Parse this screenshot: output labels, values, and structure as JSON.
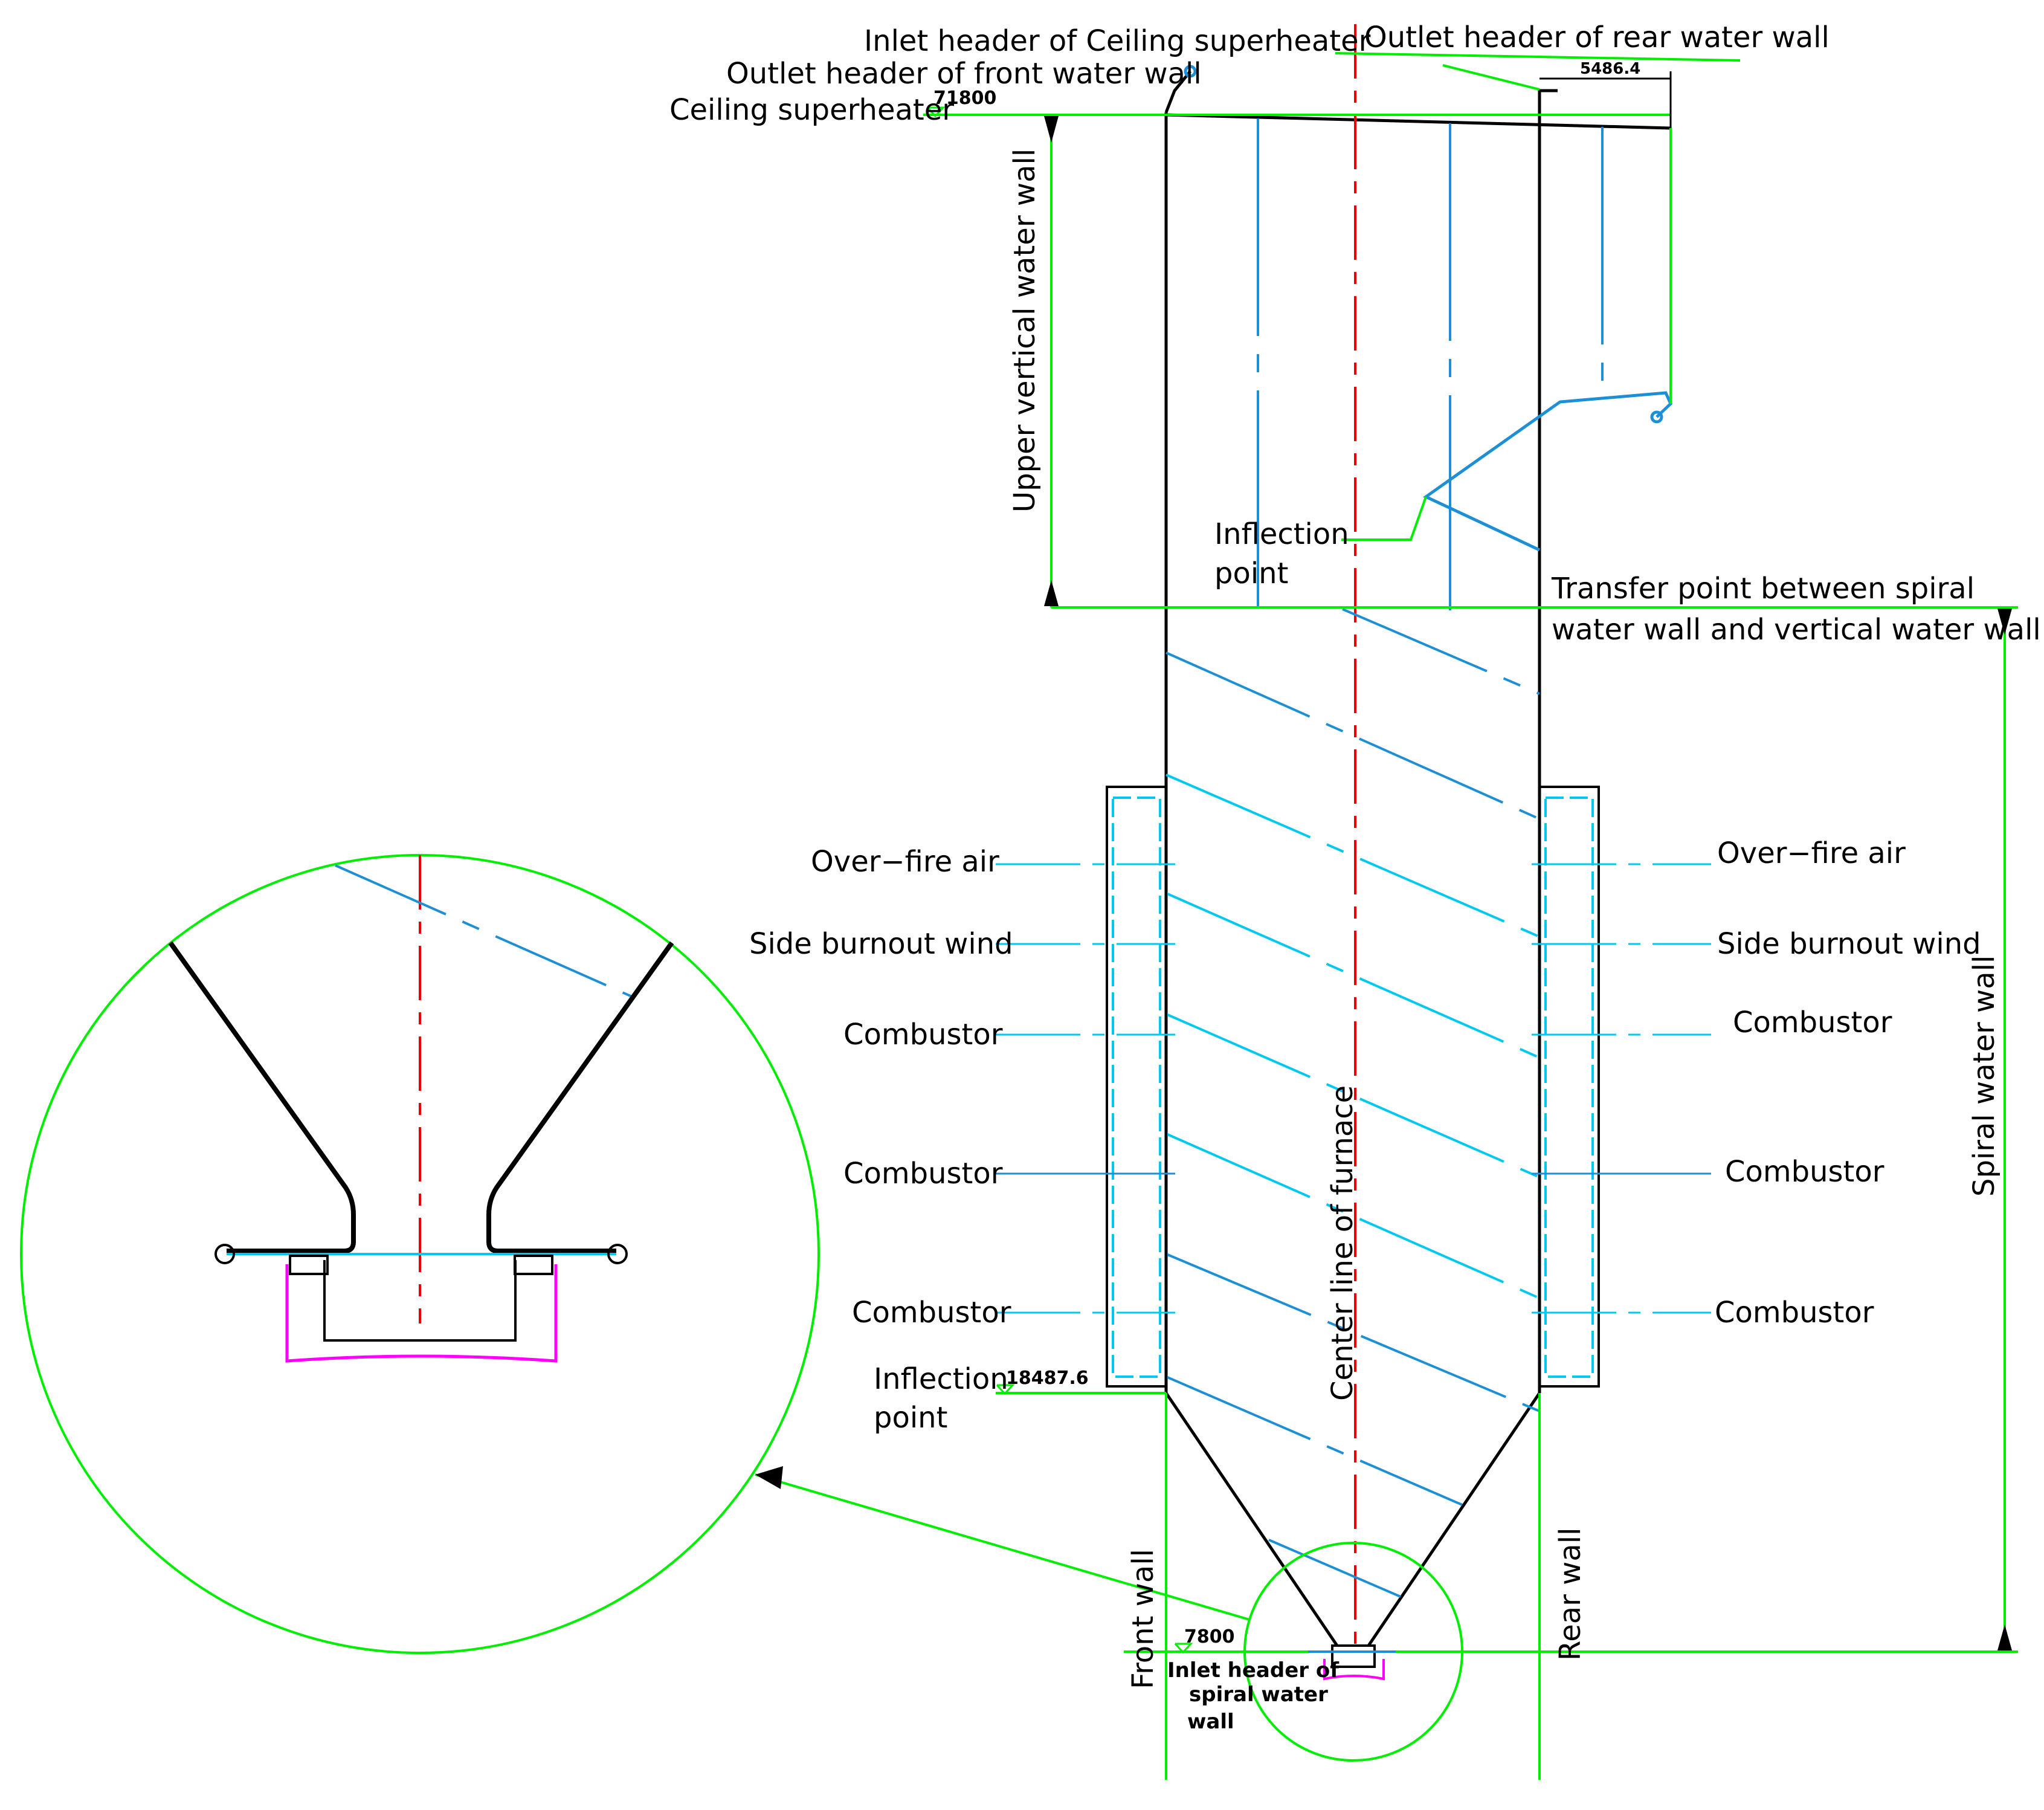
{
  "labels": {
    "inlet_ceiling": "Inlet header of Ceiling superheater",
    "outlet_front": "Outlet header of front water wall",
    "ceiling": "Ceiling superheater",
    "outlet_rear": "Outlet header of rear water wall",
    "upper_vertical": "Upper vertical water wall",
    "inflection_top_1": "Inflection",
    "inflection_top_2": "point",
    "transfer_1": "Transfer point between spiral",
    "transfer_2": "water wall and vertical water wall",
    "spiral_wall": "Spiral water wall",
    "center_line": "Center line of furnace",
    "front_wall": "Front wall",
    "rear_wall": "Rear wall",
    "left_ofa": "Over−fire air",
    "left_sbw": "Side burnout wind",
    "left_c1": "Combustor",
    "left_c2": "Combustor",
    "left_c3": "Combustor",
    "right_ofa": "Over−fire air",
    "right_sbw": "Side burnout wind",
    "right_c1": "Combustor",
    "right_c2": "Combustor",
    "right_c3": "Combustor",
    "inflection_bot_1": "Inflection",
    "inflection_bot_2": "point",
    "inlet_spiral_1": "Inlet header of",
    "inlet_spiral_2": "spiral water",
    "inlet_spiral_3": "wall"
  },
  "dimensions": {
    "elev_top": "71800",
    "elev_inflection": "18487.6",
    "elev_bottom": "7800",
    "width_rear": "5486.4"
  },
  "colors": {
    "wall": "#000000",
    "leader": "#00ee00",
    "centerline": "#ee0000",
    "tube_cyan": "#00c8f0",
    "tube_blue": "#1c8fd6",
    "header_magenta": "#ff00ff"
  }
}
